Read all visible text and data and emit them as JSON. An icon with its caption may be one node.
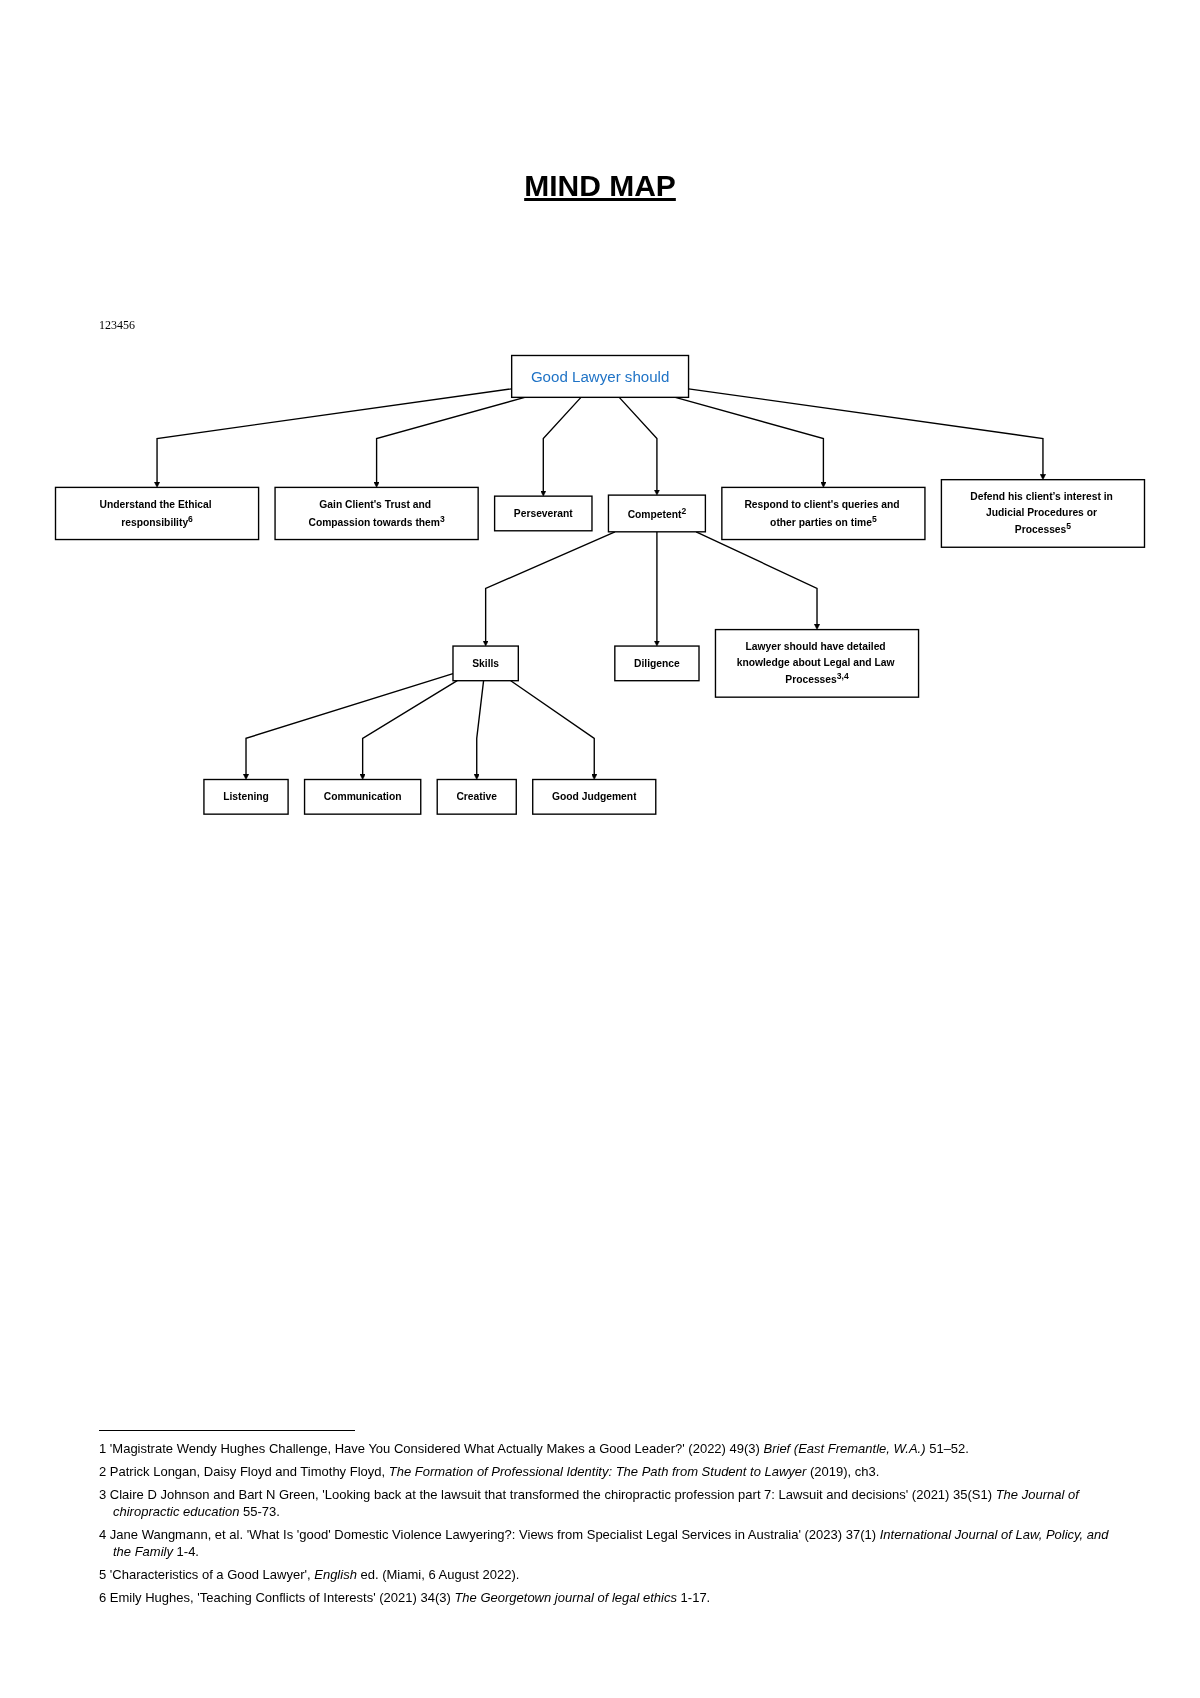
{
  "diagram": {
    "title": "MIND MAP",
    "nodes": [
      {
        "text": [
          "Understand the Ethical responsibility$^{6}$"
        ]
      },
      {
        "text": [
          "Good Lawyer should"
        ]
      },
      {
        "text": [
          "Defend his client’s interest in Judicial Procedures or Processes$^{5}$"
        ]
      },
      {
        "text": [
          "Gain Client's Trust and Compassion towards them$^{3}$"
        ]
      },
      {
        "text": [
          "Competent$^{2}$"
        ]
      },
      {
        "text": [
          "Respond to client's queries and other parties on time$^{5}$"
        ]
      },
      {
        "text": [
          "Perseverant"
        ]
      },
      {
        "text": [
          "Skills"
        ]
      },
      {
        "text": [
          "Diligence"
        ]
      },
      {
        "text": [
          "Lawyer should have detailed knowledge about Legal and Law Processes$^{3,4}$"
        ]
      },
      {
        "text": [
          "Listening"
        ]
      },
      {
        "text": [
          "Communication"
        ]
      },
      {
        "text": [
          "Creative"
        ]
      },
      {
        "text": [
          "Good Judgement"
        ]
      }
    ],
    "edges": [
      {
        "from": 1,
        "to": 0,
        "arrow": "to"
      },
      {
        "from": 1,
        "to": 3,
        "arrow": "to"
      },
      {
        "from": 1,
        "to": 6,
        "arrow": "to"
      },
      {
        "from": 1,
        "to": 4,
        "arrow": "to"
      },
      {
        "from": 1,
        "to": 5,
        "arrow": "to"
      },
      {
        "from": 1,
        "to": 2,
        "arrow": "to"
      },
      {
        "from": 4,
        "to": 7,
        "arrow": "to"
      },
      {
        "from": 4,
        "to": 8,
        "arrow": "to"
      },
      {
        "from": 4,
        "to": 9,
        "arrow": "to"
      },
      {
        "from": 7,
        "to": 10,
        "arrow": "to"
      },
      {
        "from": 7,
        "to": 11,
        "arrow": "to"
      },
      {
        "from": 7,
        "to": 12,
        "arrow": "to"
      },
      {
        "from": 7,
        "to": 13,
        "arrow": "to"
      }
    ],
    "labels": [
      "123456",
      "1 'Magistrate Wendy Hughes Challenge, Have You Considered What Actually Makes a Good Leader?' (2022) 49(3) *Brief (East Fremantle, W.A.)* 51–52.",
      "2 Patrick Longan, Daisy Floyd and Timothy Floyd, *The Formation of Professional Identity: The Path from Student to Lawyer* (2019), ch3.",
      "3 Claire D Johnson and Bart N Green, 'Looking back at the lawsuit that transformed the chiropractic profession part 7: Lawsuit and decisions' (2021) 35(S1) *The Journal of chiropractic education* 55-73.",
      "4 Jane Wangmann, et al. 'What Is 'good' Domestic Violence Lawyering?: Views from Specialist Legal Services in Australia' (2023) 37(1) *International Journal of Law, Policy, and the Family* 1-4.",
      "5 'Characteristics of a Good Lawyer', *English* ed. (Miami, 6 August 2022).",
      "6 Emily Hughes, 'Teaching Conflicts of Interests' (2021) 34(3) *The Georgetown journal of legal ethics* 1-17."
    ]
  }
}
